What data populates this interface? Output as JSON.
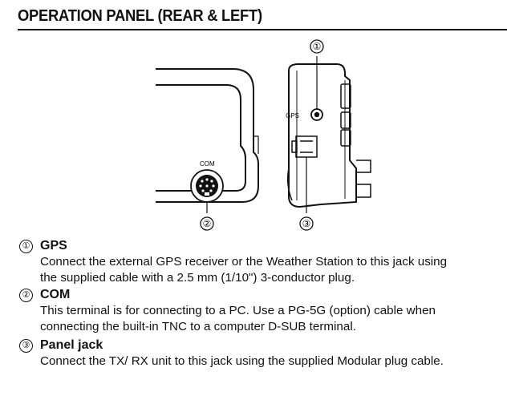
{
  "section_title": "OPERATION PANEL (REAR & LEFT)",
  "figure": {
    "com_label": "COM",
    "gps_label": "GPS",
    "callouts": [
      "①",
      "②",
      "③"
    ]
  },
  "items": [
    {
      "number": "①",
      "title": "GPS",
      "lines": [
        "Connect the external GPS receiver or the Weather Station to this jack using",
        "the supplied cable with a 2.5 mm (1/10\") 3-conductor plug."
      ]
    },
    {
      "number": "②",
      "title": "COM",
      "lines": [
        "This terminal is for connecting to a PC.  Use a PG-5G (option) cable when",
        "connecting the built-in TNC to a computer D-SUB terminal."
      ]
    },
    {
      "number": "③",
      "title": "Panel jack",
      "lines": [
        "Connect the TX/ RX unit to this jack using the supplied Modular plug cable."
      ]
    }
  ]
}
